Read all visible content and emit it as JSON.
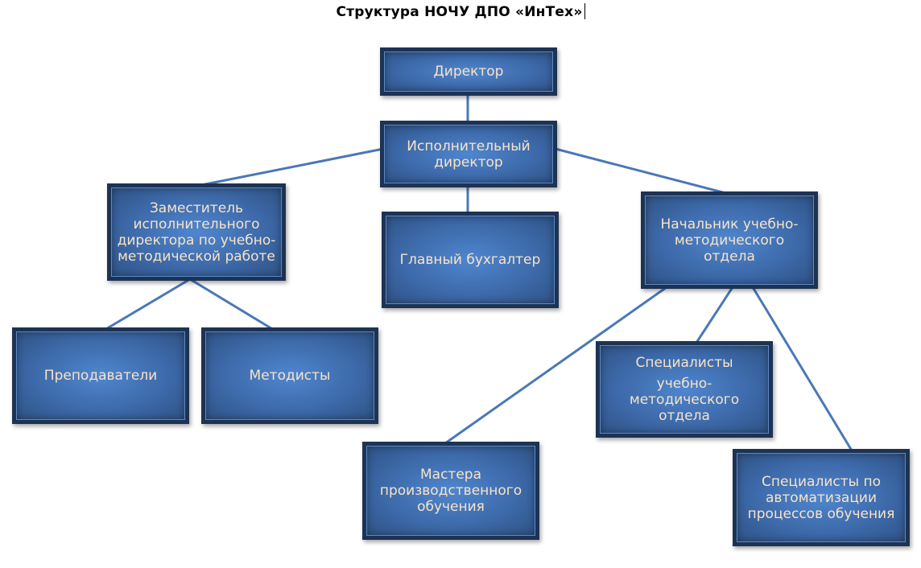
{
  "title": "Структура НОЧУ ДПО «ИнТех»",
  "colors": {
    "box_fill": "#3e6bb0",
    "box_border": "#1d3354",
    "box_text": "#f9e3c6",
    "connector": "#4a78b8"
  },
  "nodes": {
    "director": {
      "lines": [
        "Директор"
      ]
    },
    "exec_director": {
      "lines": [
        "Исполнительный",
        "директор"
      ]
    },
    "deputy": {
      "lines": [
        "Заместитель",
        "исполнительного",
        "директора по учебно-",
        "методической работе"
      ]
    },
    "chief_accountant": {
      "lines": [
        "Главный бухгалтер"
      ]
    },
    "head_method_dept": {
      "lines": [
        "Начальник учебно-",
        "методического",
        "отдела"
      ]
    },
    "teachers": {
      "lines": [
        "Преподаватели"
      ]
    },
    "methodists": {
      "lines": [
        "Методисты"
      ]
    },
    "method_specialists": {
      "lines": [
        "Специалисты",
        "учебно-",
        "методического",
        "отдела"
      ]
    },
    "masters": {
      "lines": [
        "Мастера",
        "производственного",
        "обучения"
      ]
    },
    "automation_specialists": {
      "lines": [
        "Специалисты по",
        "автоматизации",
        "процессов обучения"
      ]
    }
  }
}
